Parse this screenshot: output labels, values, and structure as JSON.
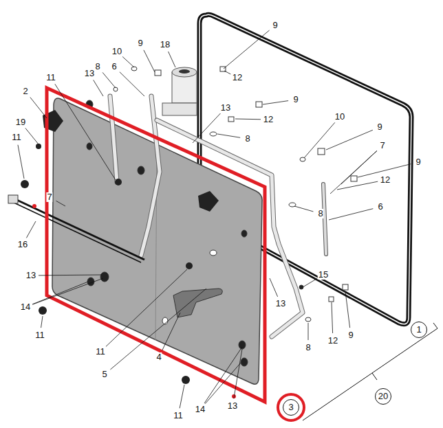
{
  "diagram": {
    "nodes": [
      {
        "text": [
          "1"
        ]
      },
      {
        "text": [
          "20"
        ]
      },
      {
        "text": [
          "3"
        ]
      }
    ],
    "labels": [
      "9",
      "10",
      "9",
      "18",
      "8",
      "6",
      "12",
      "11",
      "13",
      "9",
      "2",
      "13",
      "12",
      "19",
      "10",
      "9",
      "8",
      "7",
      "11",
      "9",
      "12",
      "7",
      "8",
      "6",
      "16",
      "13",
      "15",
      "14",
      "11",
      "13",
      "8",
      "12",
      "9",
      "11",
      "4",
      "5",
      "14",
      "13",
      "11"
    ]
  }
}
